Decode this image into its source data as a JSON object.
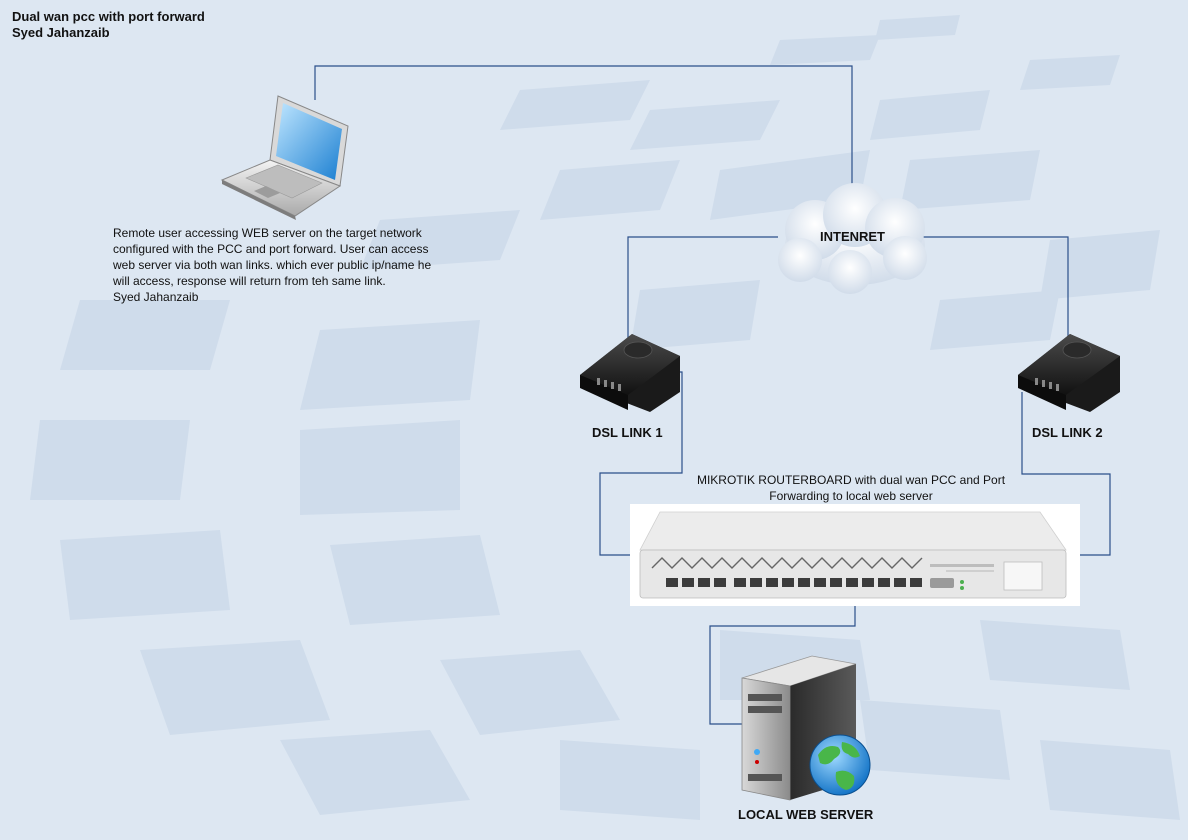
{
  "header": {
    "title": "Dual wan pcc with port forward",
    "author": "Syed Jahanzaib"
  },
  "description": {
    "lines": [
      "Remote user accessing WEB server on the target network",
      "configured with the PCC and port forward. User can access",
      "web server via both wan links. which ever public ip/name he",
      "will access, response will return from teh same link.",
      "Syed Jahanzaib"
    ]
  },
  "nodes": {
    "internet": "INTENRET",
    "dsl1": "DSL LINK 1",
    "dsl2": "DSL LINK 2",
    "router_caption_line1": "MIKROTIK ROUTERBOARD with dual wan PCC and Port",
    "router_caption_line2": "Forwarding to local web server",
    "server": "LOCAL WEB SERVER"
  },
  "colors": {
    "connector": "#2b4f8a",
    "background": "#dde7f2"
  }
}
